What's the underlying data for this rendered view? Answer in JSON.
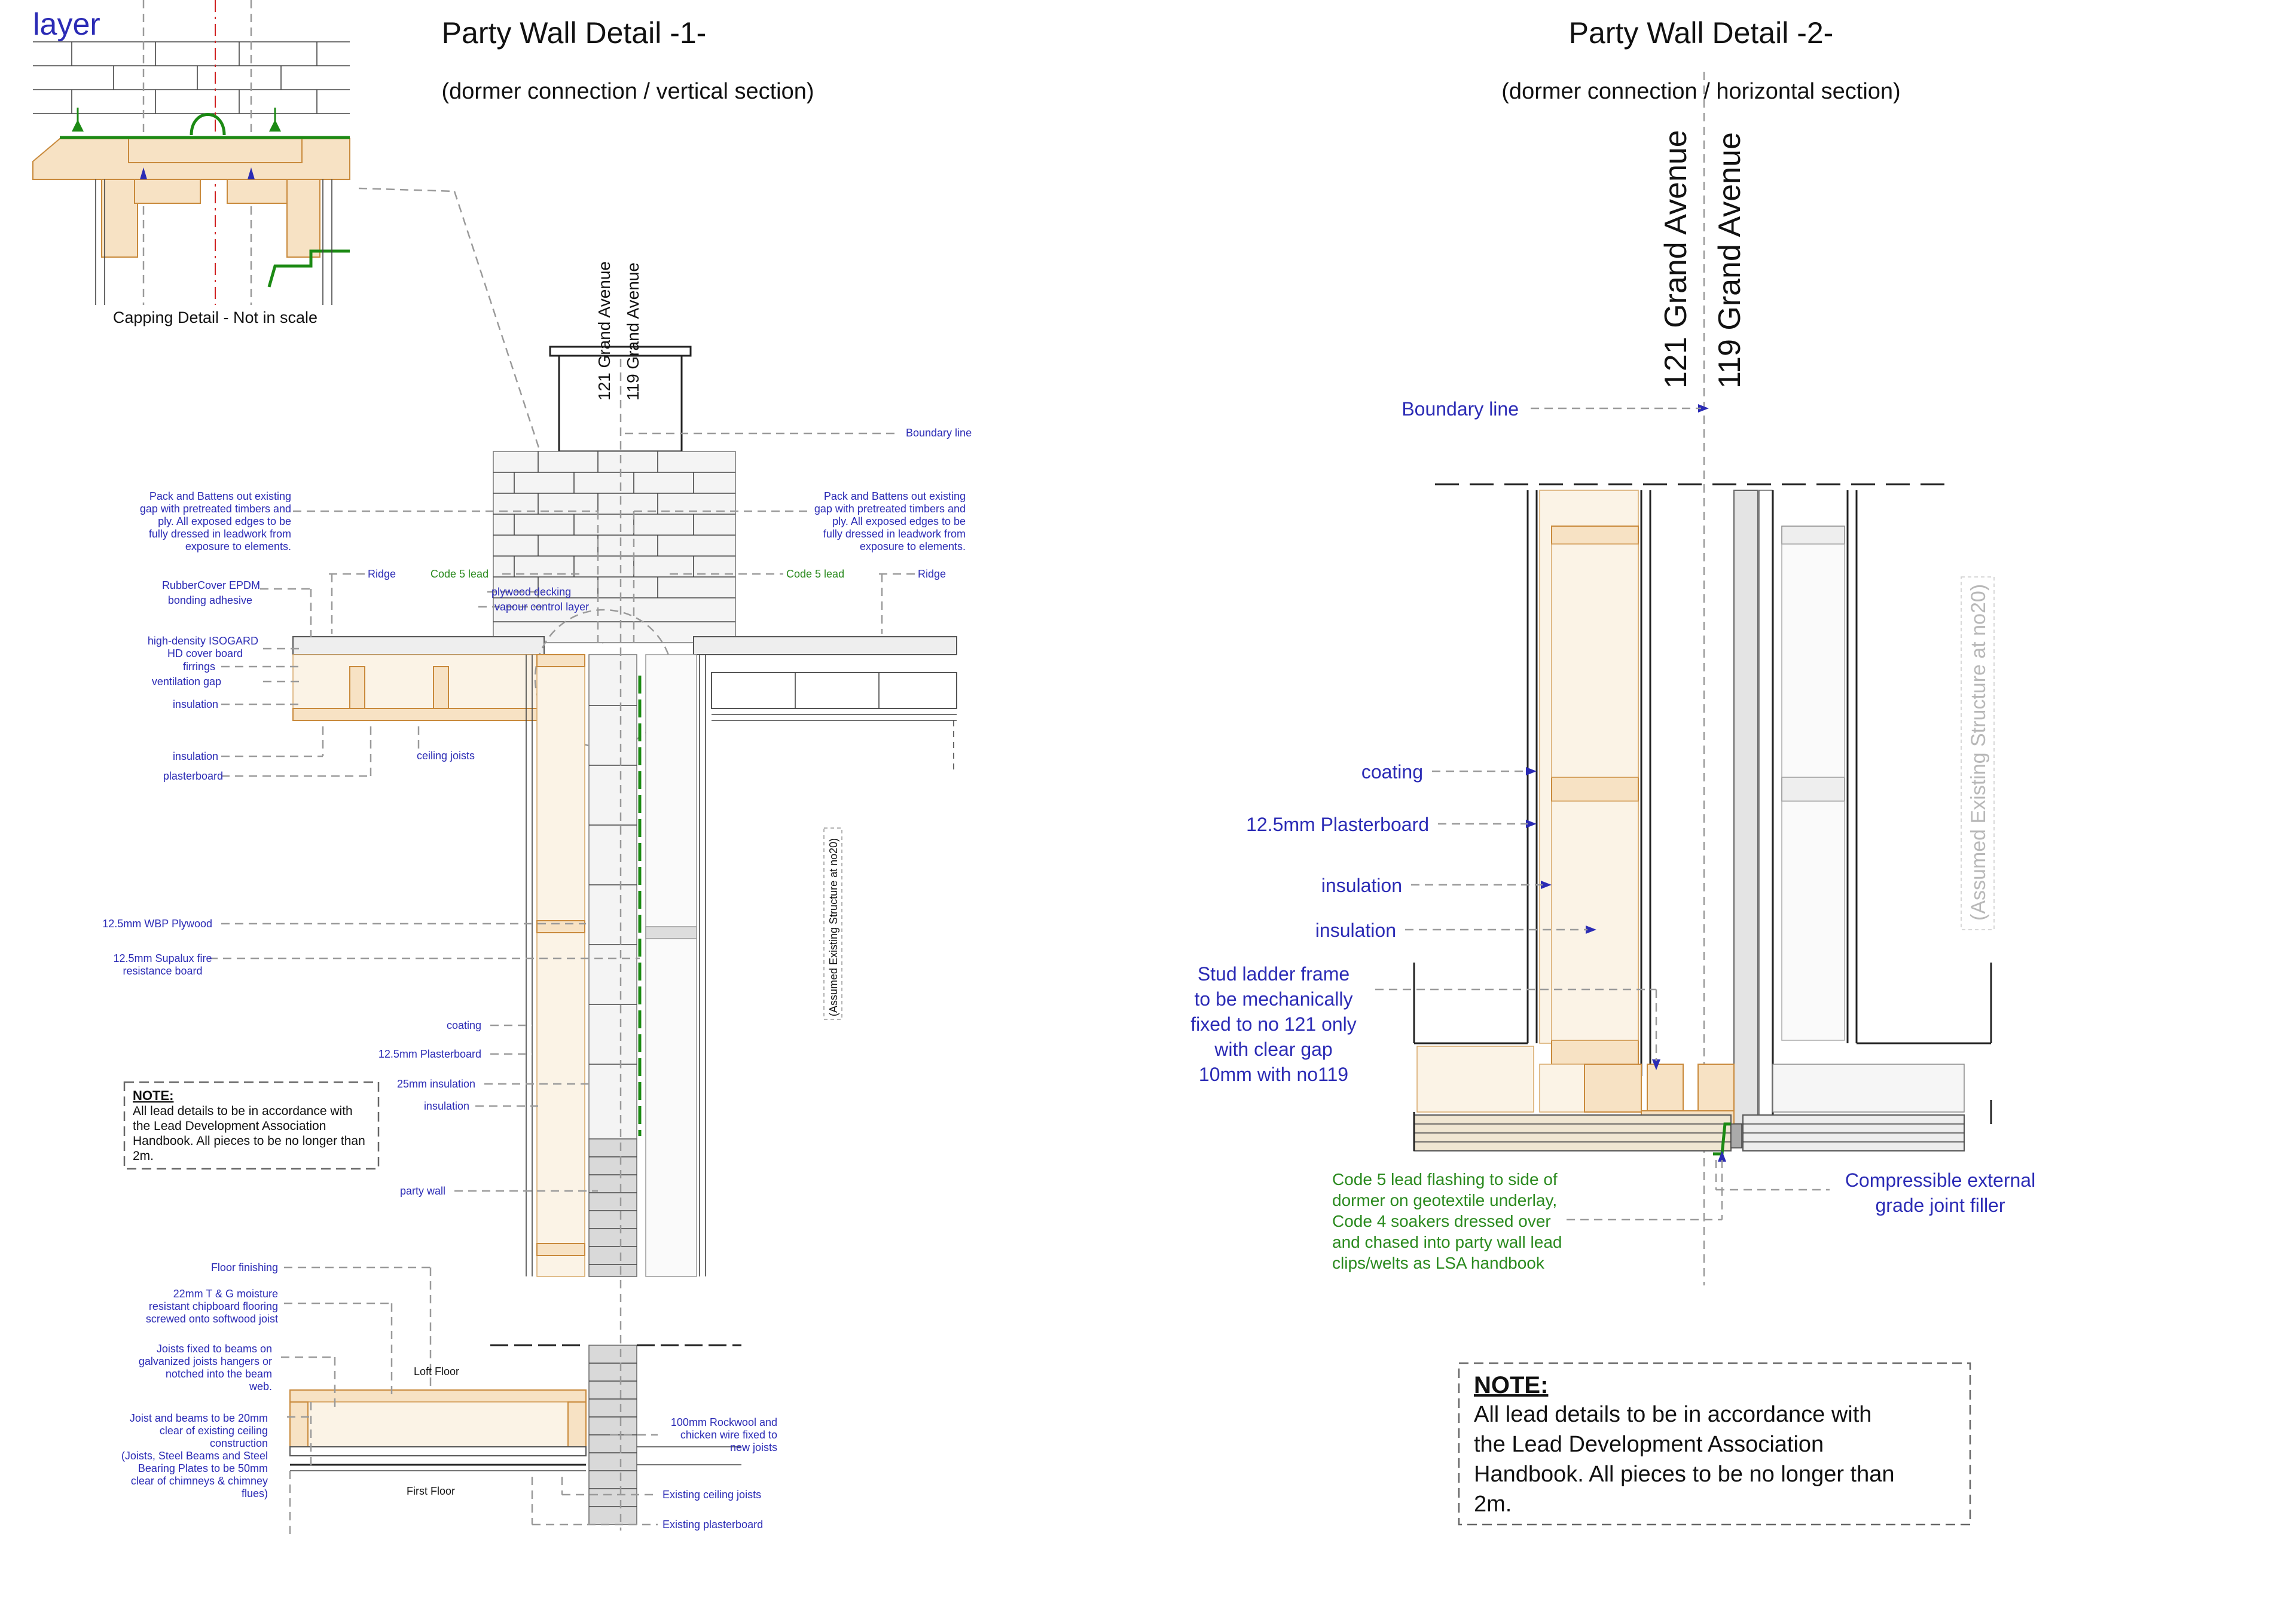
{
  "sheet": {
    "corner_label": "layer",
    "detail1": {
      "title": "Party Wall Detail -1-",
      "subtitle": "(dormer connection / vertical section)",
      "capping_caption": "Capping Detail - Not in scale",
      "addr_121": "121 Grand Avenue",
      "addr_119": "119 Grand Avenue",
      "assumed": "(Assumed Existing Structure at no20)",
      "labels": {
        "boundary": "Boundary line",
        "pack_left": [
          "Pack and Battens out existing",
          "gap with pretreated timbers and",
          "ply. All exposed edges to be",
          "fully dressed in leadwork from",
          "exposure to elements."
        ],
        "pack_right": [
          "Pack and Battens out existing",
          "gap with pretreated timbers and",
          "ply. All exposed edges to be",
          "fully dressed in leadwork from",
          "exposure to elements."
        ],
        "ridge_left": "Ridge",
        "ridge_right": "Ridge",
        "code5_left": "Code 5 lead",
        "code5_right": "Code 5 lead",
        "rubbercover": [
          "RubberCover EPDM",
          "bonding adhesive"
        ],
        "plywood_decking": "plywood decking",
        "vapour": "vapour control layer",
        "isogard": [
          "high-density ISOGARD",
          "HD cover board"
        ],
        "firrings": "firrings",
        "ventilation": "ventilation gap",
        "insulation_1": "insulation",
        "insulation_2": "insulation",
        "ceiling_joists": "ceiling joists",
        "plasterboard": "plasterboard",
        "wbp": "12.5mm WBP Plywood",
        "supalux": [
          "12.5mm Supalux fire",
          "resistance board"
        ],
        "coating": "coating",
        "plasterboard_125": "12.5mm Plasterboard",
        "ins_25": "25mm insulation",
        "insulation_3": "insulation",
        "party_wall": "party wall",
        "floor_finishing": "Floor finishing",
        "chipboard": [
          "22mm  T  &  G  moisture",
          "resistant  chipboard  flooring",
          "screwed onto softwood joist"
        ],
        "joists_fixed": [
          "Joists  fixed  to  beams  on",
          "galvanized joists hangers or",
          "notched   into   the   beam",
          "web."
        ],
        "joist_beams": [
          "Joist  and  beams  to  be  20mm",
          "clear   of   existing   ceiling",
          "construction",
          "(Joists, Steel Beams and Steel",
          "Bearing  Plates  to  be  50mm",
          "clear  of  chimneys  &  chimney",
          "flues)"
        ],
        "loft_floor": "Loft Floor",
        "first_floor": "First Floor",
        "rockwool": [
          "100mm  Rockwool  and",
          "chicken  wire  fixed  to",
          "new joists"
        ],
        "existing_joists": "Existing ceiling joists",
        "existing_plasterboard": "Existing plasterboard"
      },
      "note": {
        "heading": "NOTE:",
        "lines": [
          "All lead details to be in accordance with",
          "the   Lead   Development   Association",
          "Handbook. All pieces to be no longer than",
          "2m."
        ]
      }
    },
    "detail2": {
      "title": "Party Wall Detail -2-",
      "subtitle": "(dormer connection / horizontal section)",
      "addr_121": "121 Grand Avenue",
      "addr_119": "119 Grand Avenue",
      "assumed": "(Assumed Existing Structure at no20)",
      "labels": {
        "boundary": "Boundary line",
        "coating": "coating",
        "plasterboard": "12.5mm Plasterboard",
        "insulation_1": "insulation",
        "insulation_2": "insulation",
        "stud": [
          "Stud ladder frame",
          "to be mechanically",
          "fixed to no 121 only",
          "with clear gap",
          "10mm with no119"
        ],
        "code5": [
          "Code 5 lead flashing to side of",
          "dormer on geotextile underlay,",
          "Code 4 soakers dressed over",
          "and chased into party wall  lead",
          "clips/welts as LSA handbook"
        ],
        "compressible": [
          "Compressible external",
          "grade joint filler"
        ]
      },
      "note": {
        "heading": "NOTE:",
        "lines": [
          "All lead details to be in accordance with",
          "the   Lead   Development   Association",
          "Handbook. All pieces to be no longer than",
          "2m."
        ]
      }
    }
  }
}
